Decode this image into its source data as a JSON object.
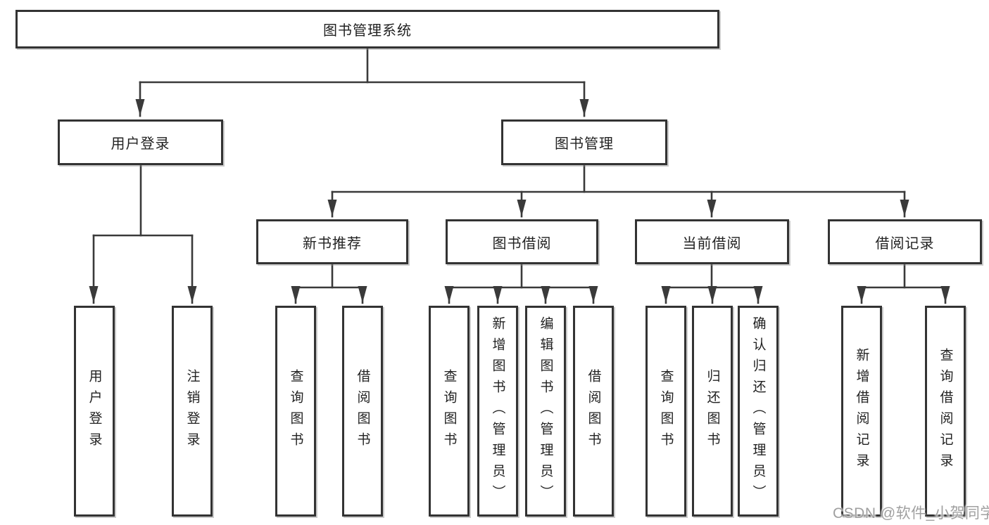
{
  "diagram": {
    "root": {
      "label": "图书管理系统"
    },
    "level2": [
      {
        "label": "用户登录"
      },
      {
        "label": "图书管理"
      }
    ],
    "level3": [
      {
        "label": "新书推荐"
      },
      {
        "label": "图书借阅"
      },
      {
        "label": "当前借阅"
      },
      {
        "label": "借阅记录"
      }
    ],
    "leaves": [
      {
        "label": "用户登录",
        "parent": "用户登录"
      },
      {
        "label": "注销登录",
        "parent": "用户登录"
      },
      {
        "label": "查询图书",
        "parent": "新书推荐"
      },
      {
        "label": "借阅图书",
        "parent": "新书推荐"
      },
      {
        "label": "查询图书",
        "parent": "图书借阅"
      },
      {
        "label": "新增图书（管理员）",
        "parent": "图书借阅"
      },
      {
        "label": "编辑图书（管理员）",
        "parent": "图书借阅"
      },
      {
        "label": "借阅图书",
        "parent": "图书借阅"
      },
      {
        "label": "查询图书",
        "parent": "当前借阅"
      },
      {
        "label": "归还图书",
        "parent": "当前借阅"
      },
      {
        "label": "确认归还（管理员）",
        "parent": "当前借阅"
      },
      {
        "label": "新增借阅记录",
        "parent": "借阅记录"
      },
      {
        "label": "查询借阅记录",
        "parent": "借阅记录"
      }
    ]
  },
  "watermark": {
    "text": "CSDN @软件_小贺同学"
  },
  "colors": {
    "line": "#3a3a3a",
    "box_border": "#333333",
    "background": "#ffffff",
    "text": "#222222",
    "watermark": "#a0a0a0"
  }
}
